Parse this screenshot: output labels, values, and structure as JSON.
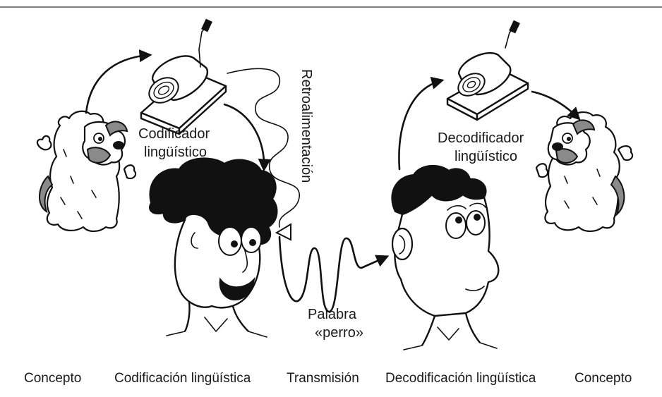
{
  "labels": {
    "encoder": [
      "Codificador",
      "lingüístico"
    ],
    "decoder": [
      "Decodificador",
      "lingüístico"
    ],
    "feedback": "Retroalimentación",
    "word": [
      "Palabra",
      "«perro»"
    ]
  },
  "captions": [
    "Concepto",
    "Codificación lingüística",
    "Transmisión",
    "Decodificación lingüística",
    "Concepto"
  ],
  "colors": {
    "ink": "#111111",
    "dog_accent": "#8a8a8a",
    "rule": "#555555"
  },
  "icons": [
    "dog-illustration",
    "encoder-machine-icon",
    "decoder-machine-icon",
    "woman-speaker-illustration",
    "man-listener-illustration"
  ]
}
